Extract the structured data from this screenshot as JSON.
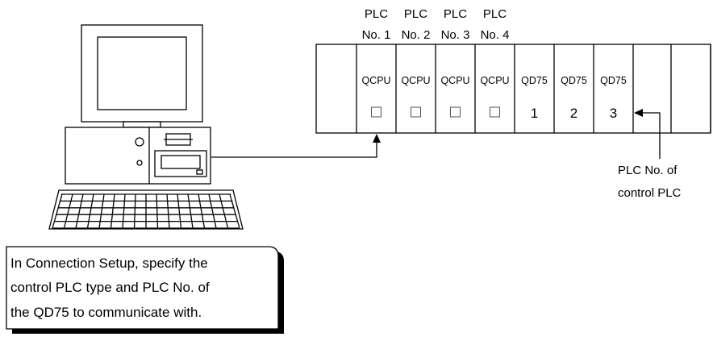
{
  "plc_labels": [
    {
      "line1": "PLC",
      "line2": "No. 1"
    },
    {
      "line1": "PLC",
      "line2": "No. 2"
    },
    {
      "line1": "PLC",
      "line2": "No. 3"
    },
    {
      "line1": "PLC",
      "line2": "No. 4"
    }
  ],
  "modules": [
    {
      "name": "QCPU",
      "value": ""
    },
    {
      "name": "QCPU",
      "value": ""
    },
    {
      "name": "QCPU",
      "value": ""
    },
    {
      "name": "QCPU",
      "value": ""
    },
    {
      "name": "QD75",
      "value": "1"
    },
    {
      "name": "QD75",
      "value": "2"
    },
    {
      "name": "QD75",
      "value": "3"
    }
  ],
  "callout": {
    "line1": "PLC No. of",
    "line2": "control PLC"
  },
  "note": {
    "line1": "In Connection Setup, specify the",
    "line2": "control PLC type and PLC No. of",
    "line3": "the QD75 to communicate with."
  }
}
